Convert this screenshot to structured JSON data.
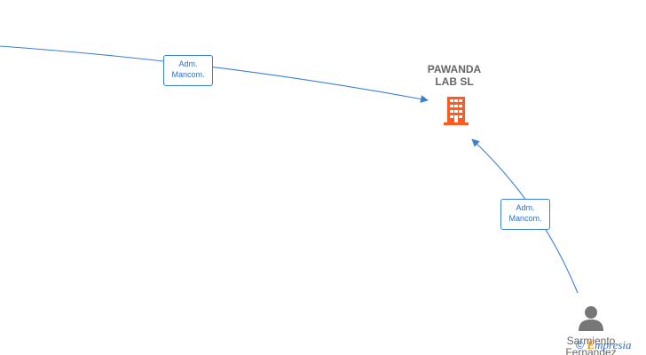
{
  "company": {
    "name_line1": "PAWANDA",
    "name_line2": "LAB  SL",
    "icon": "building-icon",
    "color": "#ff5a1f"
  },
  "person": {
    "name_line1": "Sarmiento",
    "name_line2": "Fernandez",
    "icon": "person-icon",
    "color": "#777777"
  },
  "edges": [
    {
      "label_line1": "Adm.",
      "label_line2": "Mancom."
    },
    {
      "label_line1": "Adm.",
      "label_line2": "Mancom."
    }
  ],
  "watermark": {
    "copyright": "©",
    "brand_initial": "E",
    "brand_rest": "mpresia"
  },
  "colors": {
    "edge": "#3b7fd4",
    "label_text": "#2f6fc4",
    "node_text": "#666666"
  }
}
